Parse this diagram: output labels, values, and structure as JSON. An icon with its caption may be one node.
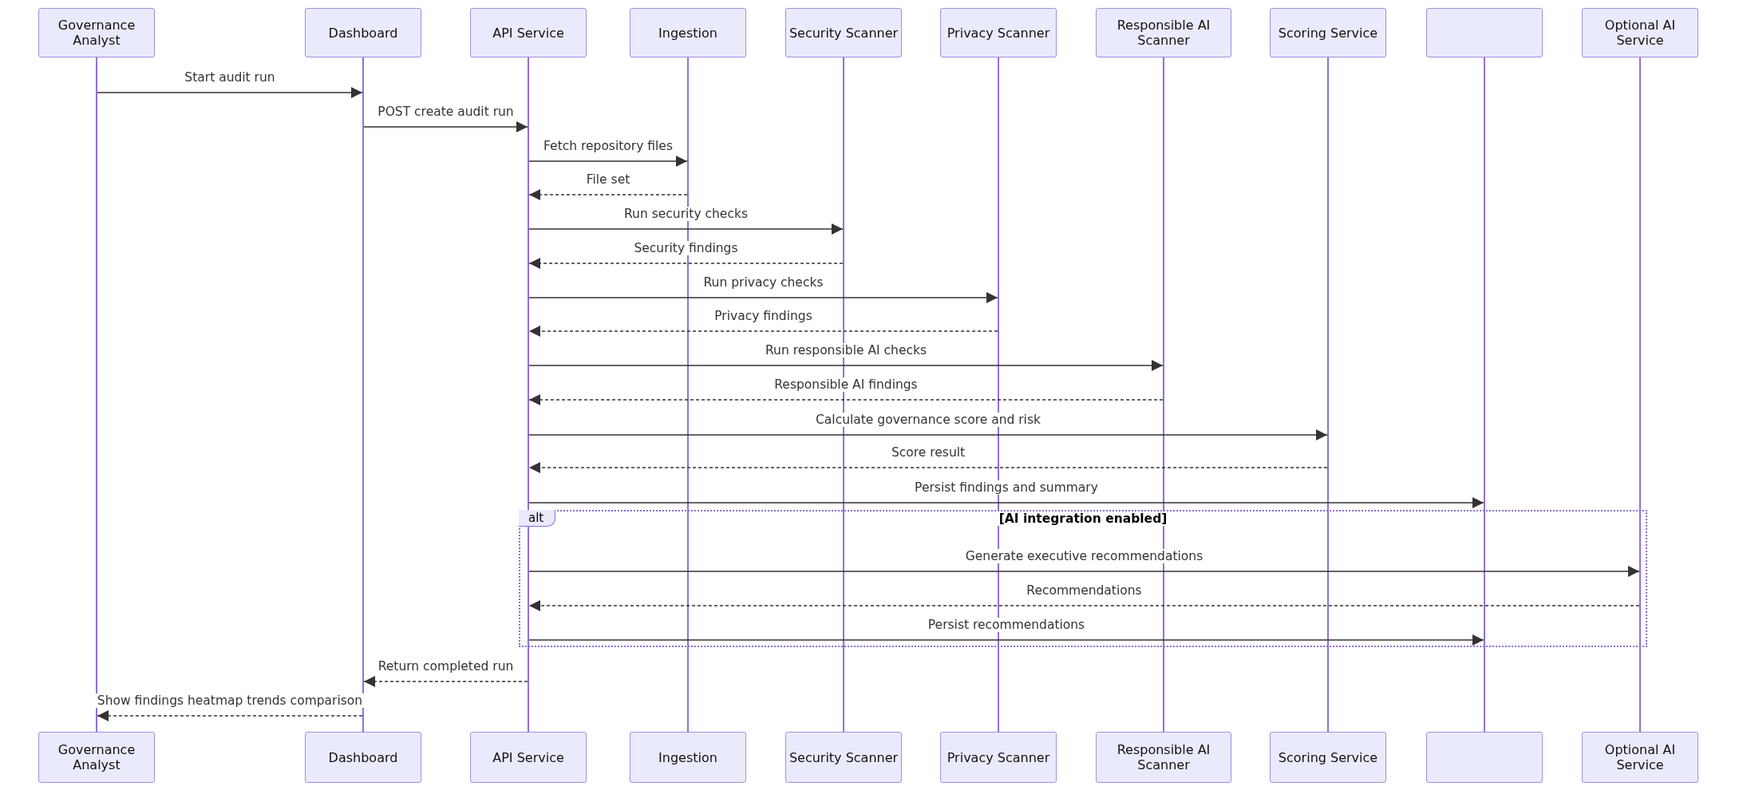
{
  "diagram": {
    "nodes": [
      {
        "text": [
          "Governance Analyst"
        ]
      },
      {
        "text": [
          "Dashboard"
        ]
      },
      {
        "text": [
          "API Service"
        ]
      },
      {
        "text": [
          "Ingestion"
        ]
      },
      {
        "text": [
          "Security Scanner"
        ]
      },
      {
        "text": [
          "Privacy Scanner"
        ]
      },
      {
        "text": [
          "Responsible AI Scanner"
        ]
      },
      {
        "text": [
          "Scoring Service"
        ]
      },
      {
        "text": [],
        "shape": "box"
      },
      {
        "text": [
          "Optional AI Service"
        ]
      },
      {
        "text": [],
        "shape": "bar"
      },
      {
        "text": [],
        "shape": "bar"
      },
      {
        "text": [],
        "shape": "bar"
      },
      {
        "text": [],
        "shape": "bar"
      },
      {
        "text": [],
        "shape": "bar"
      },
      {
        "text": [],
        "shape": "bar"
      },
      {
        "text": [],
        "shape": "bar"
      },
      {
        "text": [],
        "shape": "bar"
      },
      {
        "text": [],
        "shape": "bar"
      },
      {
        "text": [],
        "shape": "bar"
      },
      {
        "text": [
          "Governance Analyst"
        ]
      },
      {
        "text": [
          "Dashboard"
        ]
      },
      {
        "text": [
          "API Service"
        ]
      },
      {
        "text": [
          "Ingestion"
        ]
      },
      {
        "text": [
          "Security Scanner"
        ]
      },
      {
        "text": [
          "Privacy Scanner"
        ]
      },
      {
        "text": [
          "Responsible AI Scanner"
        ]
      },
      {
        "text": [
          "Scoring Service"
        ]
      },
      {
        "text": [],
        "shape": "box"
      },
      {
        "text": [
          "Optional AI Service"
        ]
      }
    ],
    "labels": [
      "alt",
      "[AI integration enabled]"
    ],
    "edges": [
      {
        "from": 10,
        "to": 11,
        "arrow": "to",
        "label": "Start audit run"
      },
      {
        "from": 11,
        "to": 12,
        "arrow": "to",
        "label": "POST create audit run"
      },
      {
        "from": 12,
        "to": 13,
        "arrow": "to",
        "label": "Fetch repository files"
      },
      {
        "from": 13,
        "to": 12,
        "arrow": "to",
        "label": "File set",
        "style": "dashed"
      },
      {
        "from": 12,
        "to": 14,
        "arrow": "to",
        "label": "Run security checks"
      },
      {
        "from": 14,
        "to": 12,
        "arrow": "to",
        "label": "Security findings",
        "style": "dashed"
      },
      {
        "from": 12,
        "to": 15,
        "arrow": "to",
        "label": "Run privacy checks"
      },
      {
        "from": 15,
        "to": 12,
        "arrow": "to",
        "label": "Privacy findings",
        "style": "dashed"
      },
      {
        "from": 12,
        "to": 16,
        "arrow": "to",
        "label": "Run responsible AI checks"
      },
      {
        "from": 16,
        "to": 12,
        "arrow": "to",
        "label": "Responsible AI findings",
        "style": "dashed"
      },
      {
        "from": 12,
        "to": 17,
        "arrow": "to",
        "label": "Calculate governance score and risk"
      },
      {
        "from": 17,
        "to": 12,
        "arrow": "to",
        "label": "Score result",
        "style": "dashed"
      },
      {
        "from": 12,
        "to": 18,
        "arrow": "to",
        "label": "Persist findings and summary"
      },
      {
        "from": 12,
        "to": 19,
        "arrow": "to",
        "label": "Generate executive recommendations"
      },
      {
        "from": 19,
        "to": 12,
        "arrow": "to",
        "label": "Recommendations",
        "style": "dashed"
      },
      {
        "from": 12,
        "to": 18,
        "arrow": "to",
        "label": "Persist recommendations"
      },
      {
        "from": 12,
        "to": 11,
        "arrow": "to",
        "label": "Return completed run",
        "style": "dashed"
      },
      {
        "from": 11,
        "to": 10,
        "arrow": "to",
        "label": "Show findings heatmap trends comparison",
        "style": "dashed"
      }
    ]
  }
}
